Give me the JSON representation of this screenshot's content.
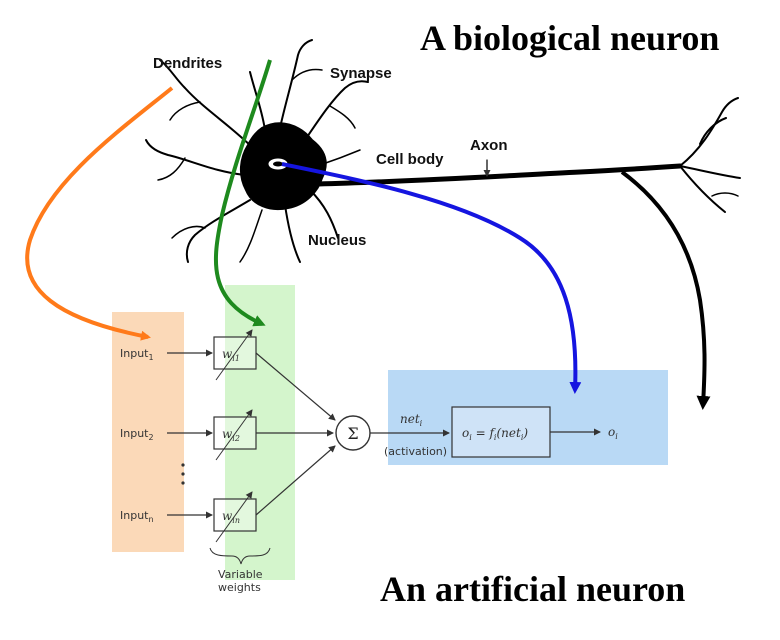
{
  "title_biological": "A biological neuron",
  "title_artificial": "An artificial neuron",
  "biological": {
    "dendrites": "Dendrites",
    "synapse": "Synapse",
    "cell_body": "Cell body",
    "axon": "Axon",
    "nucleus": "Nucleus"
  },
  "artificial": {
    "input_prefix": "Input",
    "inputs": [
      "1",
      "2",
      "n"
    ],
    "weight_symbol": "w",
    "weights": [
      "i1",
      "i2",
      "in"
    ],
    "variable_weights_line1": "Variable",
    "variable_weights_line2": "weights",
    "sum_symbol": "Σ",
    "net_label": "net",
    "net_sub": "i",
    "activation_label": "(activation)",
    "function_text_a": "o",
    "function_sub_i": "i",
    "function_text_b": " = f",
    "function_text_c": "(net",
    "function_text_d": ")",
    "output_symbol": "o",
    "output_sub": "i"
  },
  "colors": {
    "input_region": "#fbd9b8",
    "weight_region": "#d4f5cc",
    "output_region": "#b9d9f5",
    "orange_arrow": "#ff7a1a",
    "green_arrow": "#1e8a1e",
    "blue_arrow": "#1515e0",
    "black_arrow": "#000000"
  }
}
